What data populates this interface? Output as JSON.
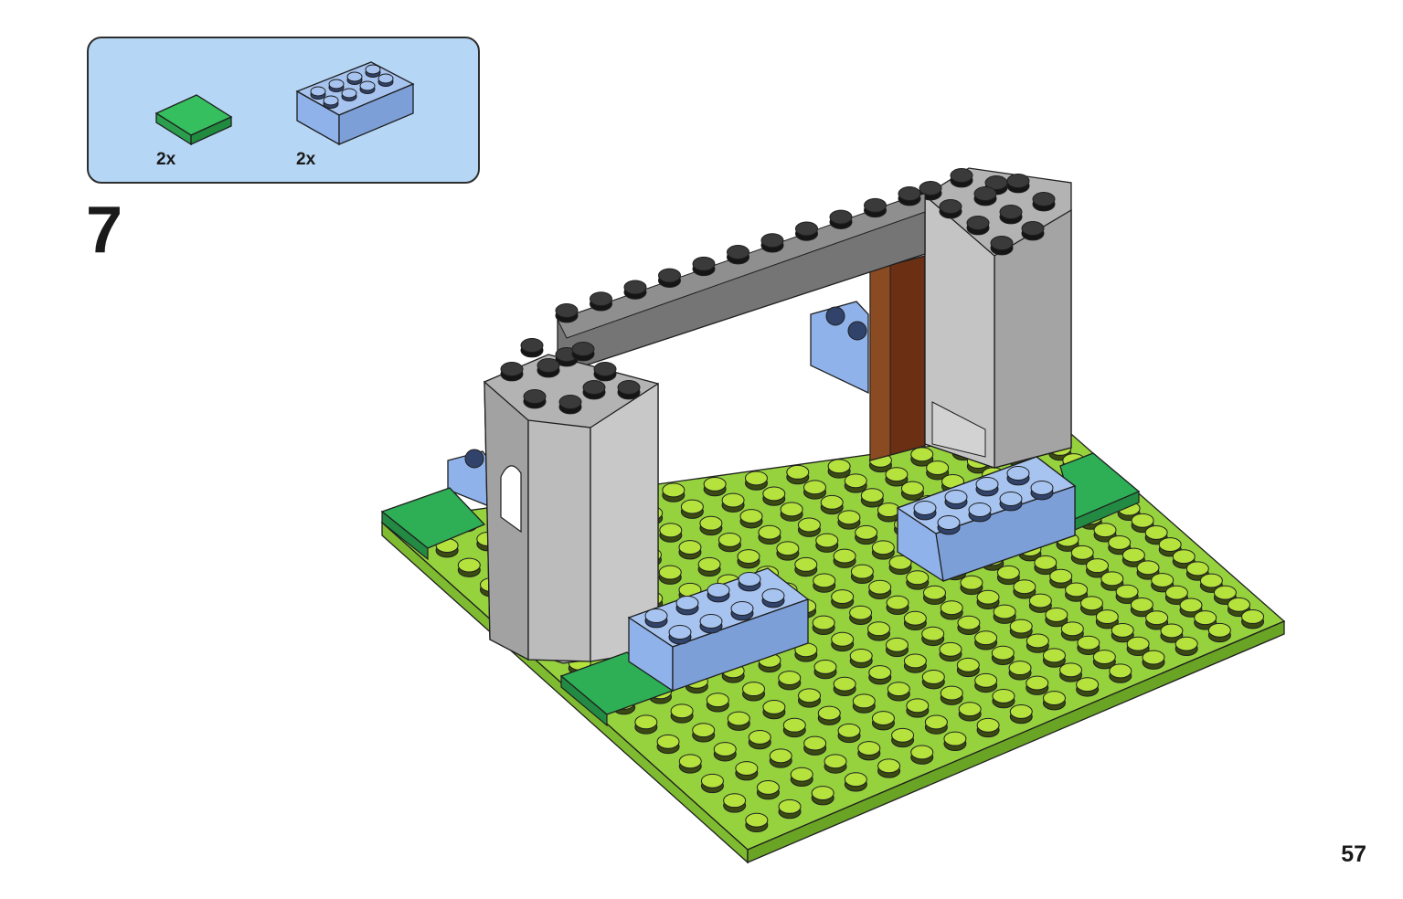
{
  "parts_callout": {
    "parts": [
      {
        "name": "green-tile-2x2",
        "quantity": "2x",
        "color": "#2eae55"
      },
      {
        "name": "blue-brick-2x4",
        "quantity": "2x",
        "color": "#8fb2ea"
      }
    ]
  },
  "step": {
    "number": "7"
  },
  "page": {
    "number": "57"
  },
  "colors": {
    "callout_background": "#b5d6f4",
    "baseplate": "#96d13e",
    "stud_green": "#b5e23c",
    "tile_green": "#2eae55",
    "brick_blue": "#8fb2ea",
    "tower_grey": "#b3b3b3",
    "stud_black": "#2a2a2a",
    "beam_grey": "#757575",
    "door_brown": "#6b3014"
  }
}
